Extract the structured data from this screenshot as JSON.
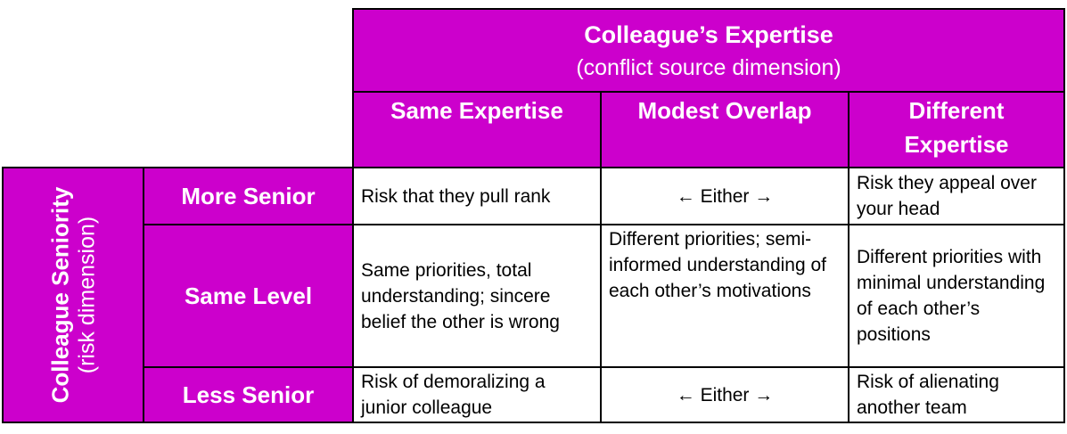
{
  "header": {
    "title": "Colleague’s Expertise",
    "subtitle": "(conflict source dimension)"
  },
  "columns": [
    {
      "label": "Same Expertise"
    },
    {
      "label": "Modest Overlap"
    },
    {
      "label": "Different Expertise"
    }
  ],
  "side": {
    "title": "Colleague Seniority",
    "subtitle": "(risk dimension)"
  },
  "rows": [
    {
      "label": "More Senior",
      "cells": [
        "Risk that they pull rank",
        "← Either →",
        "Risk they appeal over your head"
      ]
    },
    {
      "label": "Same Level",
      "cells": [
        "Same priorities, total understanding; sincere belief the other is wrong",
        "Different priorities; semi-informed understanding of each other’s motivations",
        "Different priorities with minimal understanding of each other’s positions"
      ]
    },
    {
      "label": "Less Senior",
      "cells": [
        "Risk of demoralizing a junior colleague",
        "← Either →",
        "Risk of alienating another team"
      ]
    }
  ],
  "colors": {
    "header_fill": "#cc00cc",
    "border": "#000000",
    "text_on_fill": "#ffffff"
  }
}
